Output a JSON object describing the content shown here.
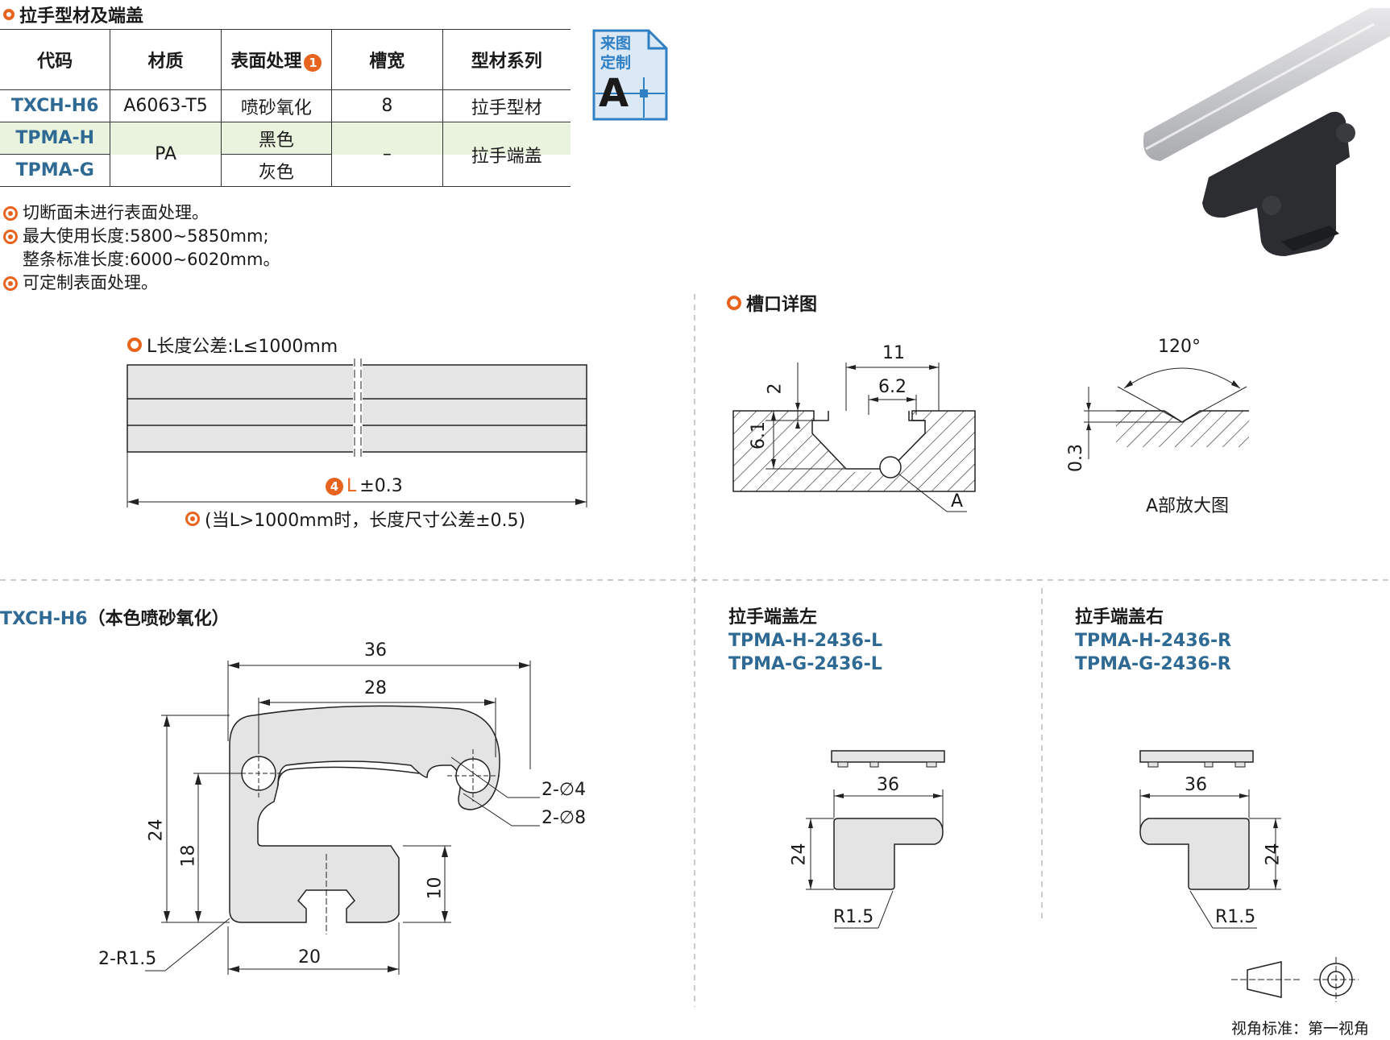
{
  "page": {
    "section_title": "拉手型材及端盖",
    "slot_detail_title": "槽口详图",
    "length_tol_title": "L长度公差:L≤1000mm",
    "length_label_L": "L",
    "length_label_tol": "±0.3",
    "length_note": "(当L>1000mm时，长度尺寸公差±0.5)",
    "badge_custom_line1": "来图",
    "badge_custom_line2": "定制",
    "badge_custom_letter": "A",
    "badge_num_1": "1",
    "badge_num_4": "4"
  },
  "table": {
    "headers": [
      "代码",
      "材质",
      "表面处理",
      "槽宽",
      "型材系列"
    ],
    "row1": {
      "code": "TXCH-H6",
      "material": "A6063-T5",
      "surface": "喷砂氧化",
      "slot": "8",
      "series": "拉手型材"
    },
    "row2": {
      "code": "TPMA-H",
      "surface": "黑色"
    },
    "row3": {
      "code": "TPMA-G",
      "surface": "灰色"
    },
    "shared": {
      "material": "PA",
      "slot": "–",
      "series": "拉手端盖"
    }
  },
  "notes": [
    "切断面未进行表面处理。",
    "最大使用长度:5800~5850mm;",
    "整条标准长度:6000~6020mm。",
    "可定制表面处理。"
  ],
  "slot_detail": {
    "dim_11": "11",
    "dim_6_2": "6.2",
    "dim_2": "2",
    "dim_6_1": "6.1",
    "label_A": "A",
    "dim_120": "120°",
    "dim_0_3": "0.3",
    "enlarge_label": "A部放大图"
  },
  "profile": {
    "code": "TXCH-H6",
    "desc": "（本色喷砂氧化）",
    "dim_36": "36",
    "dim_28": "28",
    "dim_24": "24",
    "dim_18": "18",
    "dim_10": "10",
    "dim_20": "20",
    "dim_hole4": "2-∅4",
    "dim_hole8": "2-∅8",
    "dim_r15": "2-R1.5"
  },
  "cap_left": {
    "title": "拉手端盖左",
    "code1": "TPMA-H-2436-L",
    "code2": "TPMA-G-2436-L",
    "dim_36": "36",
    "dim_24": "24",
    "dim_r": "R1.5"
  },
  "cap_right": {
    "title": "拉手端盖右",
    "code1": "TPMA-H-2436-R",
    "code2": "TPMA-G-2436-R",
    "dim_36": "36",
    "dim_24": "24",
    "dim_r": "R1.5"
  },
  "projection": {
    "label": "视角标准：第一视角"
  },
  "colors": {
    "accent": "#e8641e",
    "code_blue": "#2e6a94",
    "highlight_row": "#e9f3dd",
    "badge_blue": "#2f7fc4"
  }
}
